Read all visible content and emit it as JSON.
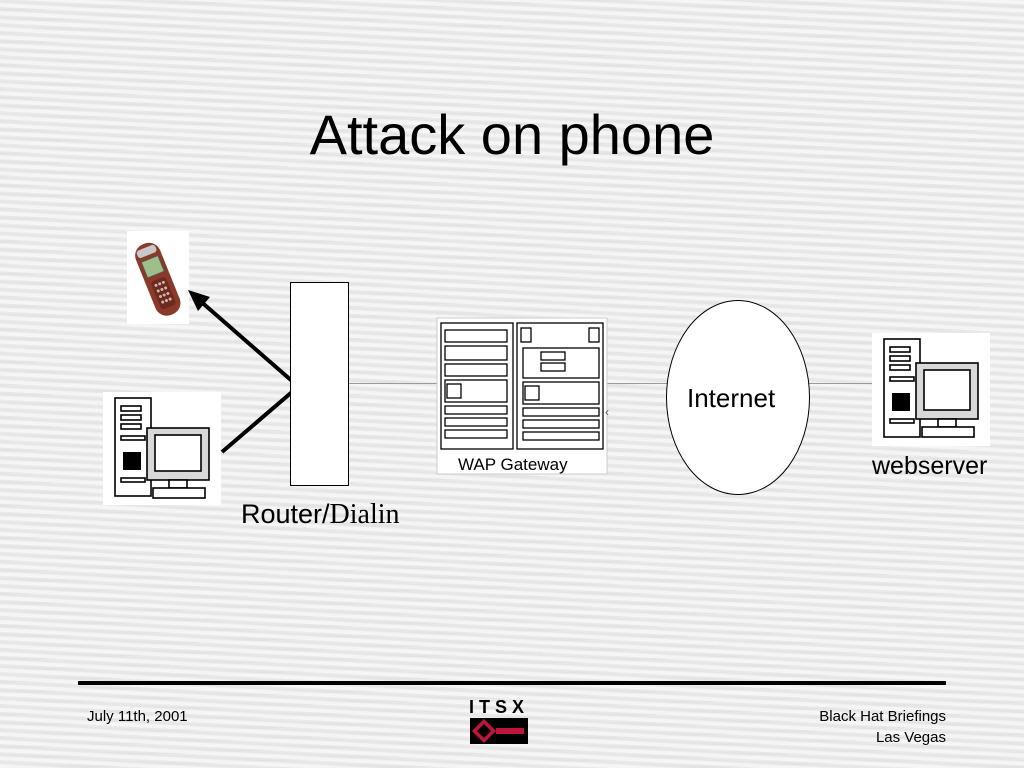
{
  "slide": {
    "title": "Attack on phone"
  },
  "diagram": {
    "nodes": {
      "phone": {
        "icon": "mobile-phone-icon"
      },
      "client_pc": {
        "icon": "desktop-computer-icon"
      },
      "router": {
        "label_sans": "Router/",
        "label_serif": "Dialin"
      },
      "wap_gateway": {
        "label": "WAP Gateway",
        "icon": "server-rack-icon"
      },
      "internet": {
        "label": "Internet"
      },
      "webserver": {
        "label": "webserver",
        "icon": "desktop-computer-icon"
      }
    },
    "colors": {
      "phone_body": "#8b3a2a",
      "phone_screen": "#9fbf8a",
      "line": "#000000",
      "link": "#9a9a9a"
    }
  },
  "footer": {
    "date": "July 11th, 2001",
    "logo_text": "ITSX",
    "event": "Black Hat Briefings",
    "location": "Las Vegas"
  }
}
